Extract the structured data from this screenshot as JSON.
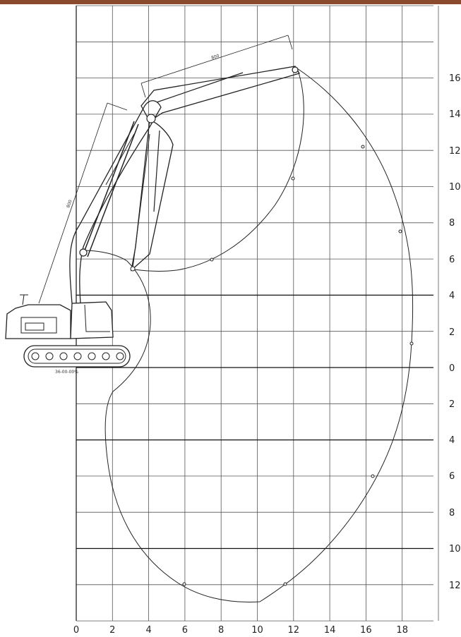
{
  "colors": {
    "top_bar": "#8a4a2b",
    "grid": "#555555",
    "major_grid": "#111111",
    "ink": "#222222",
    "background": "#ffffff"
  },
  "diagram": {
    "x_ticks": [
      "0",
      "2",
      "4",
      "6",
      "8",
      "10",
      "12",
      "14",
      "16",
      "18"
    ],
    "y_ticks_up": [
      "16",
      "14",
      "12",
      "10",
      "8",
      "6",
      "4",
      "2",
      "0"
    ],
    "y_ticks_down": [
      "2",
      "4",
      "6",
      "8",
      "10",
      "12"
    ],
    "dimension_labels": [
      "800",
      "800"
    ],
    "undercarriage_code": "36-00-00%"
  }
}
